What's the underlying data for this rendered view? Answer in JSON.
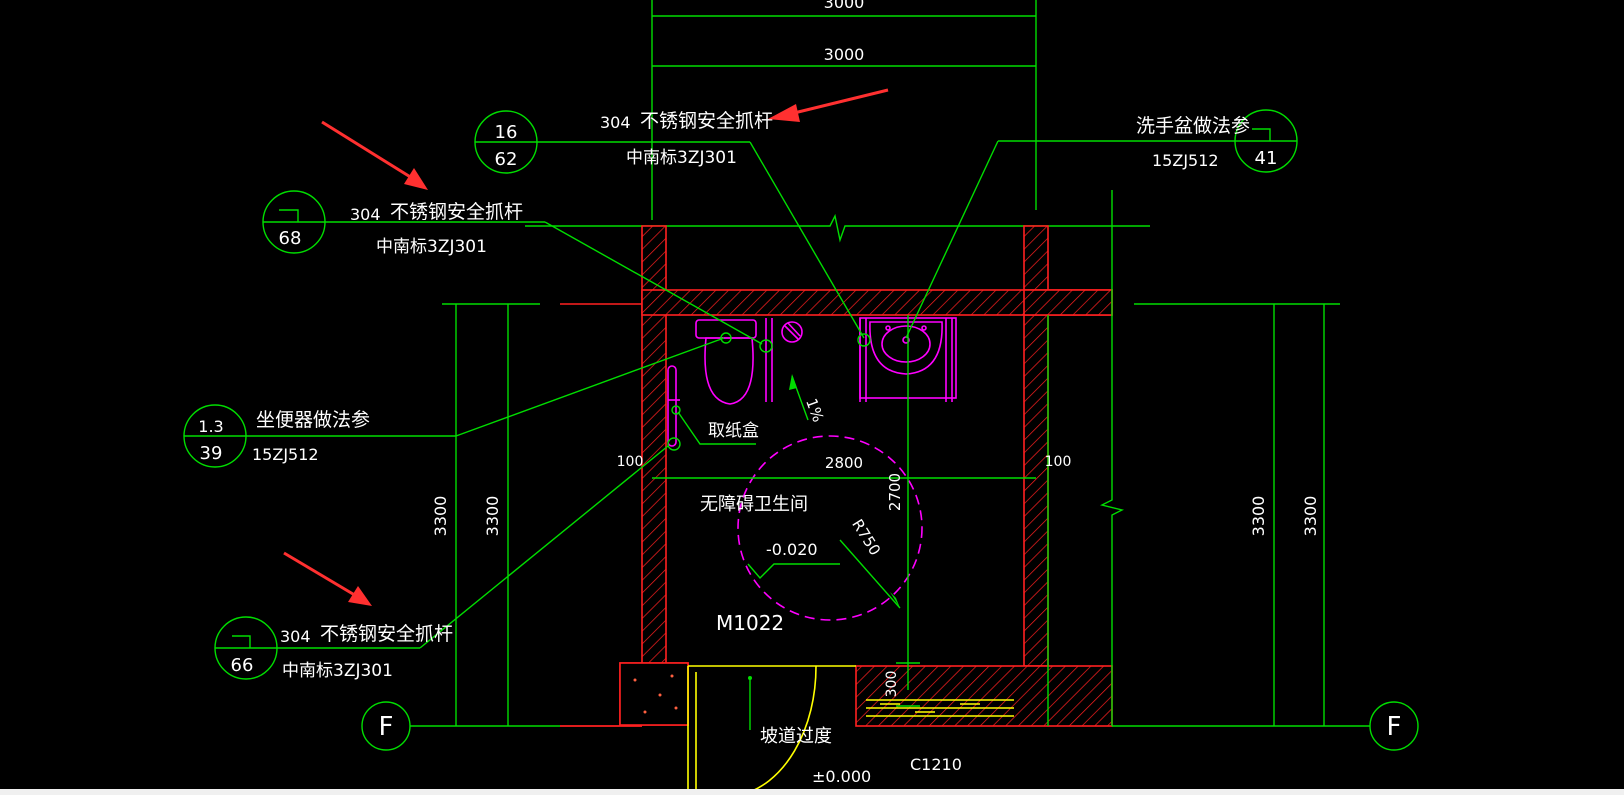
{
  "dimensions": {
    "top_outer": "3000",
    "top_inner": "3000",
    "left_outer": "3300",
    "left_inner": "3300",
    "right_inner": "3300",
    "right_outer": "3300",
    "inner_width": "2800",
    "inner_height": "2700",
    "wall_left": "100",
    "wall_right": "100",
    "radius": "R750",
    "threshold": "300",
    "slope": "1%"
  },
  "callouts": {
    "top_rail": {
      "spec": "304",
      "name": "不锈钢安全抓杆",
      "ref": "中南标3ZJ301",
      "top": "16",
      "bottom": "62"
    },
    "left_rail": {
      "spec": "304",
      "name": "不锈钢安全抓杆",
      "ref": "中南标3ZJ301",
      "top": "7",
      "bottom": "68"
    },
    "bottom_rail": {
      "spec": "304",
      "name": "不锈钢安全抓杆",
      "ref": "中南标3ZJ301",
      "top": "7",
      "bottom": "66"
    },
    "basin": {
      "name": "洗手盆做法参",
      "ref": "15ZJ512",
      "top": "7",
      "bottom": "41"
    },
    "toilet": {
      "name": "坐便器做法参",
      "ref": "15ZJ512",
      "top": "1.3",
      "bottom": "39"
    }
  },
  "room": {
    "name": "无障碍卫生间",
    "level": "-0.020",
    "door": "M1022",
    "paper_box": "取纸盒",
    "ramp": "坡道过度",
    "window": "C1210",
    "ground_level": "±0.000"
  },
  "axis": {
    "left": "F",
    "right": "F"
  },
  "colors": {
    "background": "#000000",
    "lines": "#00dd00",
    "walls": "#ff2020",
    "fixtures": "#ff00ff",
    "door": "#ffff00",
    "arrows": "#ff3030"
  }
}
